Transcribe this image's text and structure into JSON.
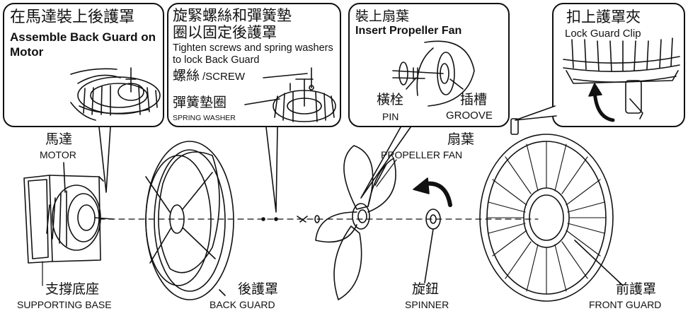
{
  "callouts": {
    "back_guard_motor": {
      "zh": "在馬達裝上後護罩",
      "en": "Assemble Back Guard on Motor"
    },
    "screws_washers": {
      "zh_line1": "旋緊螺絲和彈簧墊",
      "zh_line2": "圈以固定後護罩",
      "en": "Tighten screws and spring washers to lock Back Guard",
      "screw_zh": "螺絲",
      "screw_en": "/SCREW",
      "washer_zh": "彈簧墊圈",
      "washer_en": "SPRING WASHER"
    },
    "propeller": {
      "zh": "裝上扇葉",
      "en": "Insert Propeller Fan",
      "pin_zh": "橫栓",
      "pin_en": "PIN",
      "groove_zh": "插槽",
      "groove_en": "GROOVE"
    },
    "clip": {
      "zh": "扣上護罩夾",
      "en": "Lock Guard Clip"
    }
  },
  "parts": {
    "motor": {
      "zh": "馬達",
      "en": "MOTOR"
    },
    "base": {
      "zh": "支撐底座",
      "en": "SUPPORTING BASE"
    },
    "back_guard": {
      "zh": "後護罩",
      "en": "BACK GUARD"
    },
    "propeller_fan": {
      "zh": "扇葉",
      "en": "PROPELLER FAN"
    },
    "spinner": {
      "zh": "旋鈕",
      "en": "SPINNER"
    },
    "front_guard": {
      "zh": "前護罩",
      "en": "FRONT GUARD"
    }
  }
}
